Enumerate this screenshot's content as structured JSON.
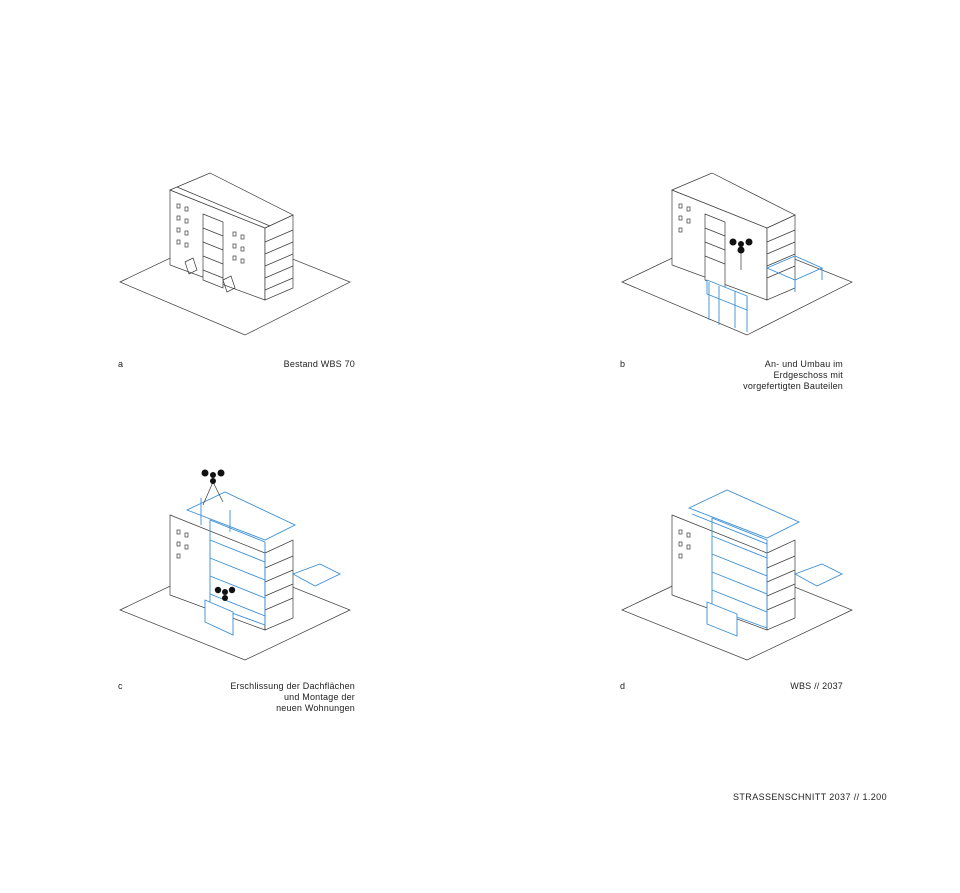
{
  "panels": [
    {
      "letter": "a",
      "caption": "Bestand WBS 70"
    },
    {
      "letter": "b",
      "caption": "An- und Umbau im\nErdgeschoss mit\nvorgefertigten Bauteilen"
    },
    {
      "letter": "c",
      "caption": "Erschlissung der Dachflächen\nund Montage der\nneuen Wohnungen"
    },
    {
      "letter": "d",
      "caption": "WBS // 2037"
    }
  ],
  "footer": "STRASSENSCHNITT 2037 // 1.200",
  "colors": {
    "existing": "#3a3a3a",
    "new": "#3b8fd6",
    "crane": "#111111"
  }
}
